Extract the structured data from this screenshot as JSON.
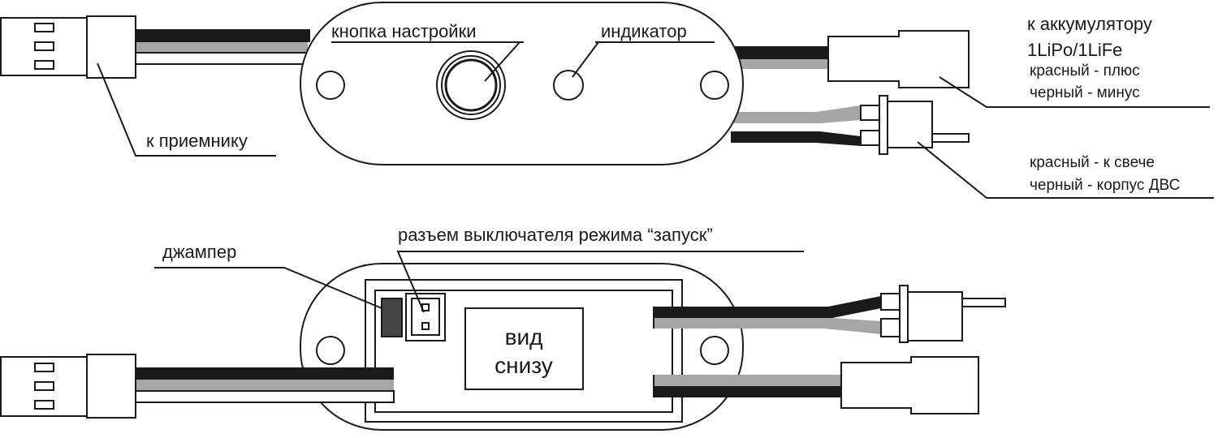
{
  "top_view": {
    "button_label": "кнопка настройки",
    "indicator_label": "индикатор",
    "receiver_label": "к приемнику",
    "battery_label_1": "к аккумулятору",
    "battery_label_2": "1LiPo/1LiFe",
    "battery_red": "красный - плюс",
    "battery_black": "черный - минус",
    "plug_red": "красный - к свече",
    "plug_black": "черный - корпус ДВС"
  },
  "bottom_view": {
    "jumper_label": "джампер",
    "switch_connector_label": "разъем выключателя режима “запуск”",
    "view_line_1": "вид",
    "view_line_2": "снизу"
  },
  "colors": {
    "black_wire": "#1a1a1a",
    "gray_wire": "#a6a6a6",
    "jumper": "#454545"
  }
}
